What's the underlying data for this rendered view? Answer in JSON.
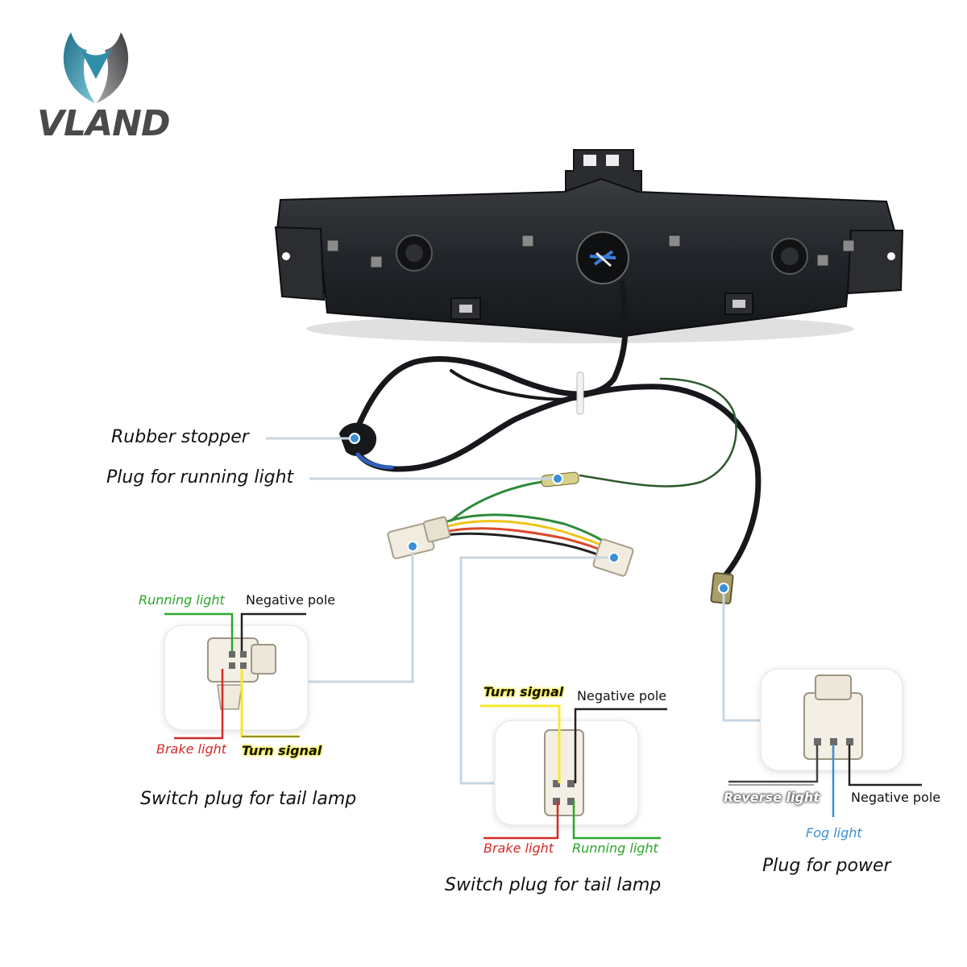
{
  "brand": {
    "name": "VLAND"
  },
  "colors": {
    "running": "#2aa82a",
    "brake": "#d42a2a",
    "turn": "#f4ea2a",
    "fog": "#3a8fd6",
    "leader": "#c8d6e2"
  },
  "labels": {
    "rubber_stopper": "Rubber stopper",
    "plug_running_light": "Plug for running light",
    "plug1": {
      "running_light": "Running light",
      "negative_pole": "Negative pole",
      "brake_light": "Brake light",
      "turn_signal": "Turn signal",
      "title": "Switch plug for tail lamp"
    },
    "plug2": {
      "turn_signal": "Turn signal",
      "negative_pole": "Negative pole",
      "brake_light": "Brake light",
      "running_light": "Running light",
      "title": "Switch plug for tail lamp"
    },
    "power": {
      "reverse_light": "Reverse light",
      "negative_pole": "Negative pole",
      "fog_light": "Fog light",
      "title": "Plug for power"
    }
  }
}
